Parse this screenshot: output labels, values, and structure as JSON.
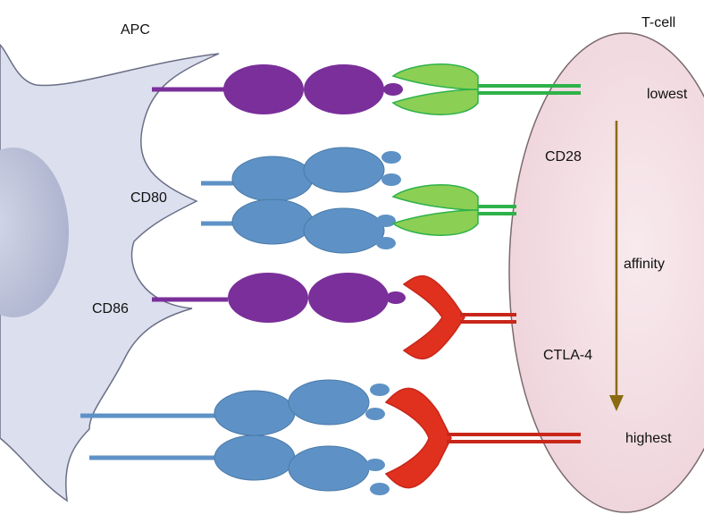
{
  "labels": {
    "apc": "APC",
    "tcell": "T-cell",
    "cd80": "CD80",
    "cd86": "CD86",
    "cd28": "CD28",
    "ctla4": "CTLA-4",
    "lowest": "lowest",
    "affinity": "affinity",
    "highest": "highest"
  },
  "colors": {
    "apc_fill": "#dcdfee",
    "apc_stroke": "#6b6f86",
    "nucleus": "#bcc2da",
    "tcell_fill": "#f3dde2",
    "tcell_stroke": "#7a6a6e",
    "cd86": "#7a2f9a",
    "cd80": "#5e92c6",
    "cd28": "#8ccf55",
    "cd28_stalk": "#2eb24a",
    "ctla4": "#e0301e",
    "ctla4_stalk": "#c8261a",
    "arrow": "#8a6b12"
  },
  "pairs": [
    {
      "ligand": "CD86",
      "receptor": "CD28",
      "affinity_rank": 1
    },
    {
      "ligand": "CD80",
      "receptor": "CD28",
      "affinity_rank": 2
    },
    {
      "ligand": "CD86",
      "receptor": "CTLA-4",
      "affinity_rank": 3
    },
    {
      "ligand": "CD80",
      "receptor": "CTLA-4",
      "affinity_rank": 4
    }
  ]
}
